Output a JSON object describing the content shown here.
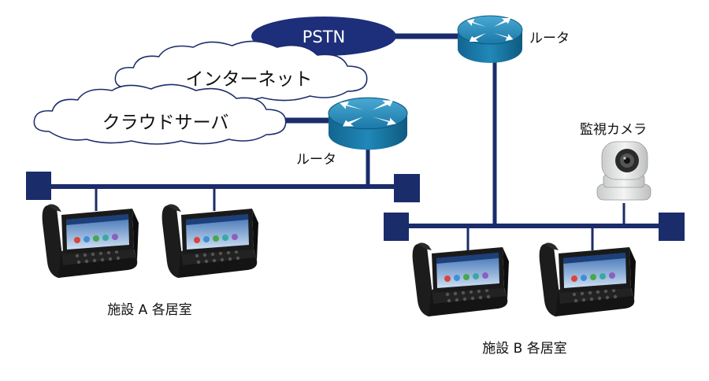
{
  "pstn": {
    "label": "PSTN"
  },
  "internet": {
    "label": "インターネット"
  },
  "cloud_server": {
    "label": "クラウドサーバ"
  },
  "router_top": {
    "label": "ルータ"
  },
  "router_left": {
    "label": "ルータ"
  },
  "camera": {
    "label": "監視カメラ"
  },
  "facility_a": {
    "label": "施設 A 各居室"
  },
  "facility_b": {
    "label": "施設 B 各居室"
  },
  "colors": {
    "network_line": "#1b2c6b",
    "pstn_fill": "#1d2e7a",
    "router_fill": "#1d7fae",
    "cloud_stroke": "#1b2c6b"
  }
}
